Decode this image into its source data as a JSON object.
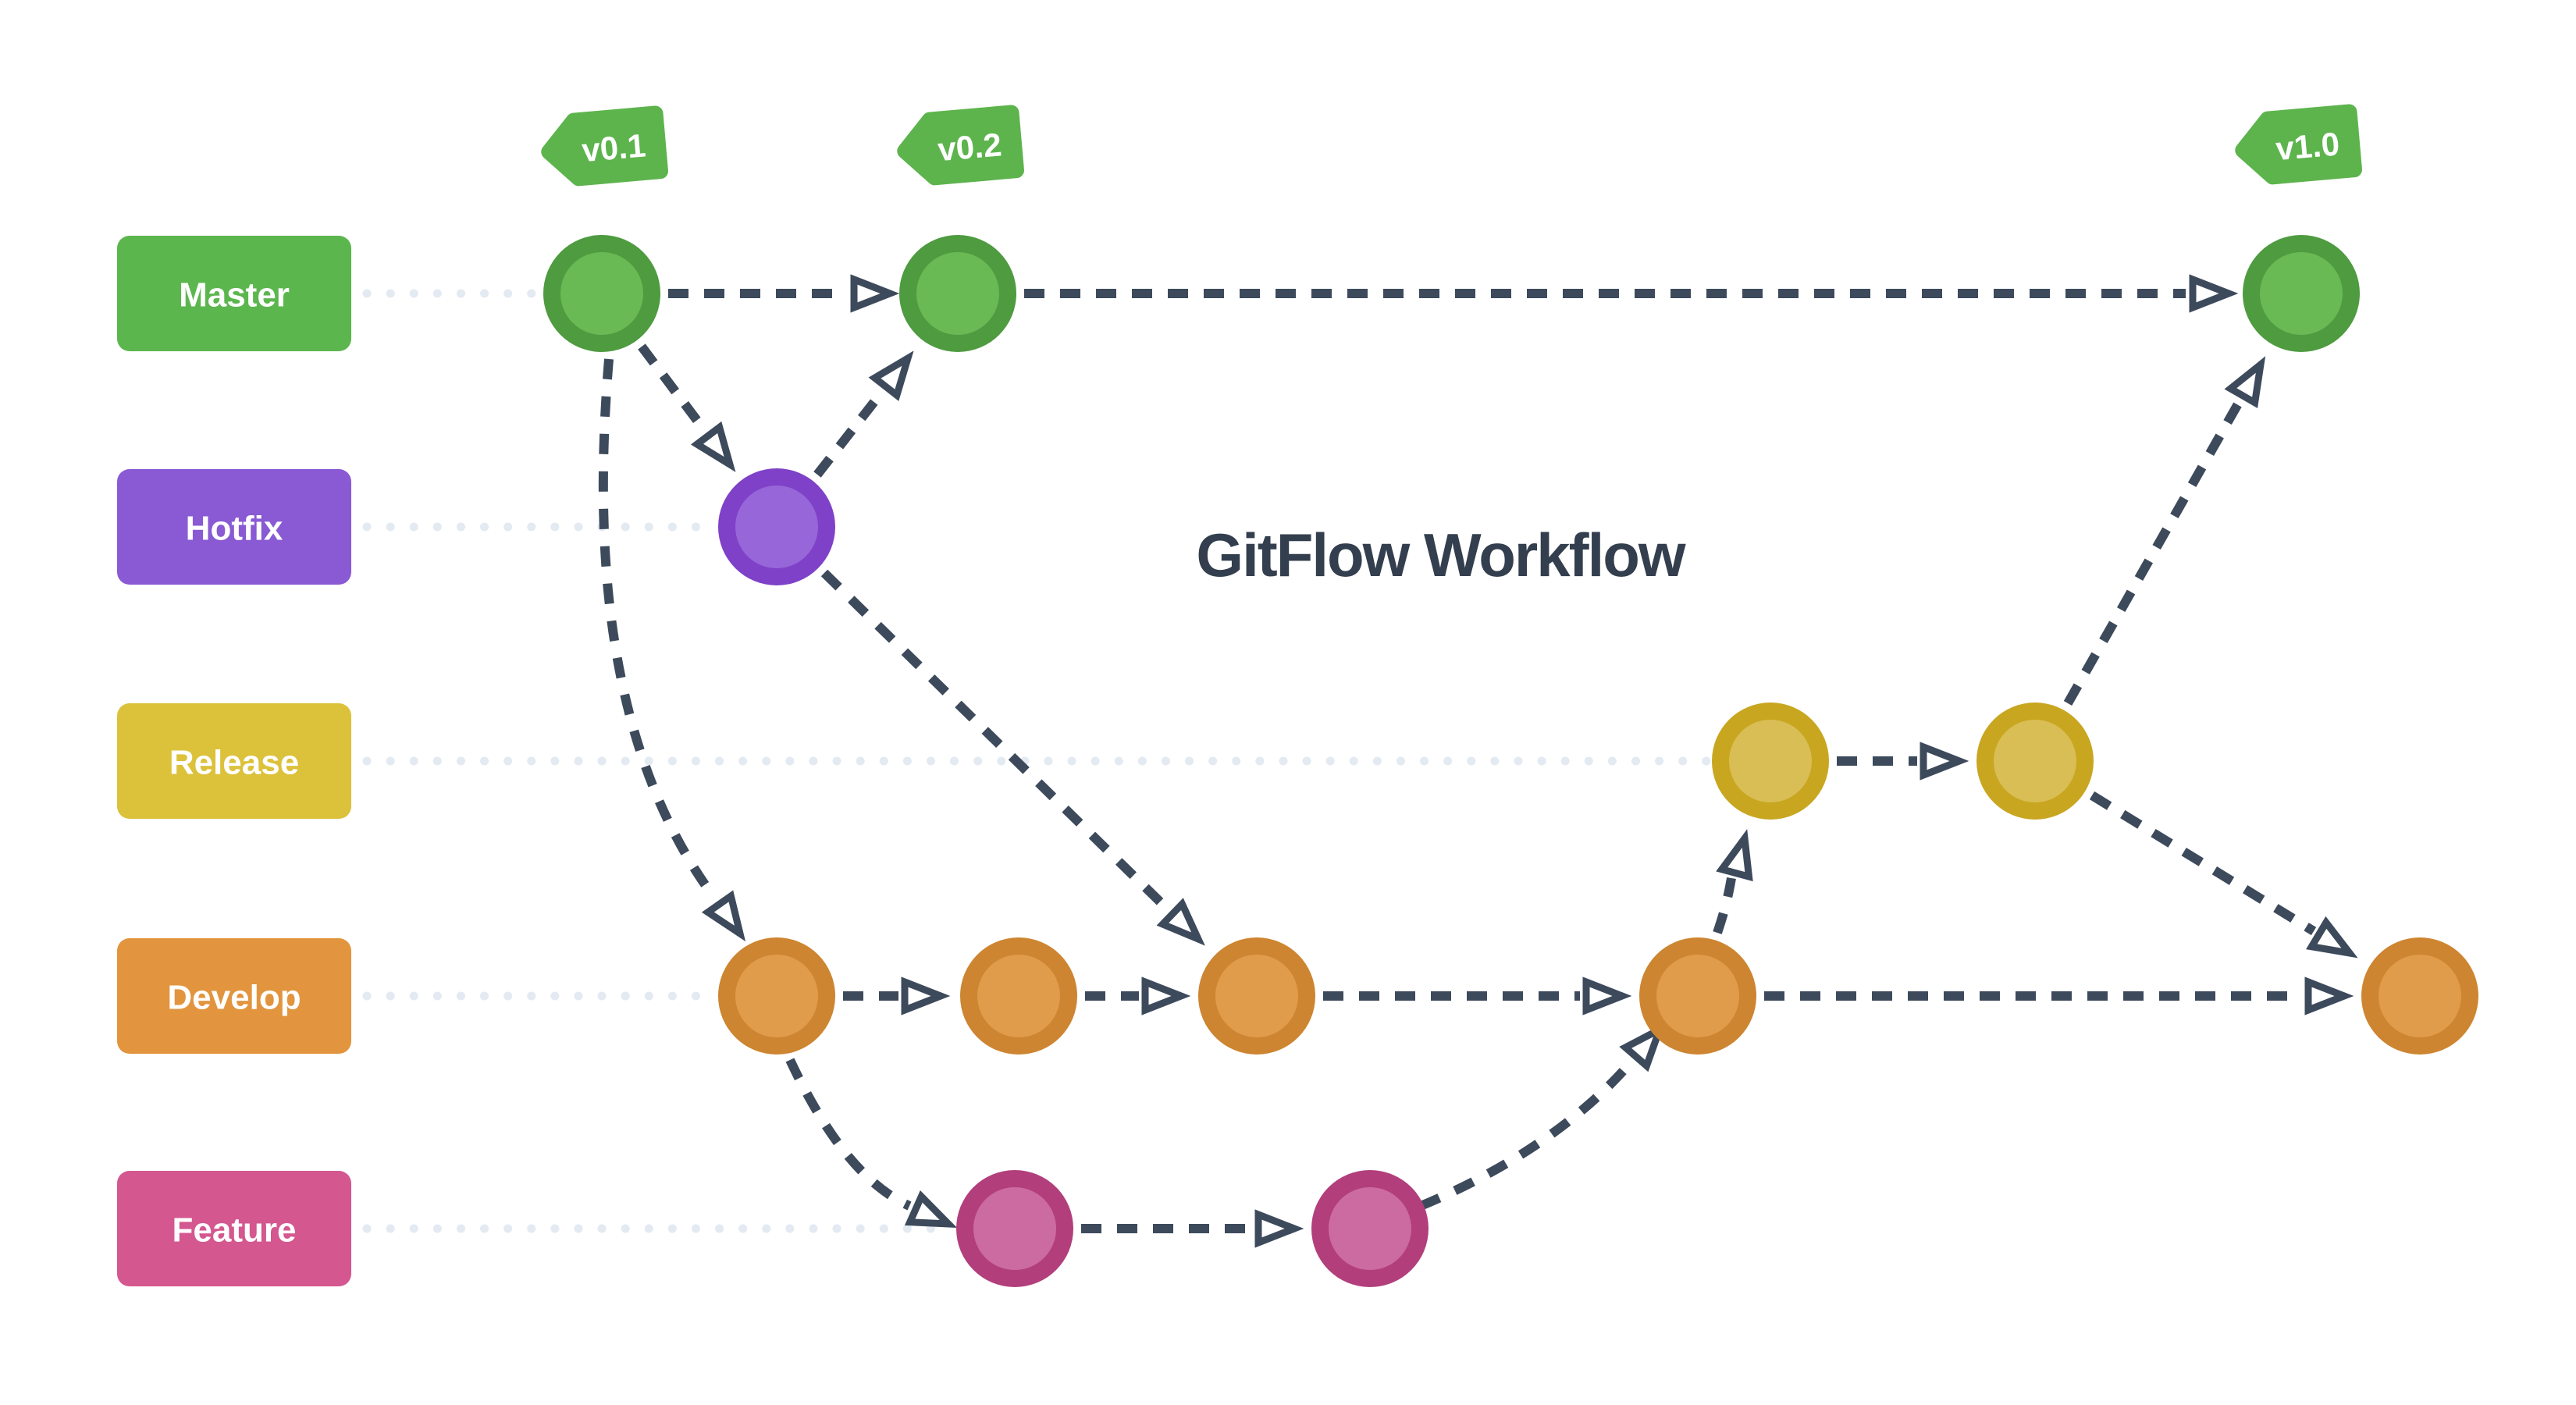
{
  "title": "GitFlow Workflow",
  "tag_color": "#5db44d",
  "colors": {
    "arrow": "#3d4a5c",
    "lane_guide": "#e4eaf2",
    "title": "#333e4e",
    "background": "#ffffff",
    "label_text": "#ffffff",
    "tag_text": "#ffffff",
    "arrowhead_fill": "#ffffff"
  },
  "branches": [
    {
      "label": "Master",
      "color": "#5cb64e",
      "ring": "#4e9b40",
      "core": "#69b954",
      "commit_count": 3
    },
    {
      "label": "Hotfix",
      "color": "#8a5ad4",
      "ring": "#7e41c8",
      "core": "#9766d8",
      "commit_count": 1
    },
    {
      "label": "Release",
      "color": "#dcc13b",
      "ring": "#c8a620",
      "core": "#d9bd55",
      "commit_count": 2
    },
    {
      "label": "Develop",
      "color": "#e2953e",
      "ring": "#cd8531",
      "core": "#e09b4b",
      "commit_count": 5
    },
    {
      "label": "Feature",
      "color": "#d4578f",
      "ring": "#b23e7c",
      "core": "#cc6ba2",
      "commit_count": 2
    }
  ],
  "tags": [
    {
      "label": "v0.1",
      "attached_to": "master-1"
    },
    {
      "label": "v0.2",
      "attached_to": "master-2"
    },
    {
      "label": "v1.0",
      "attached_to": "master-3"
    }
  ],
  "edges": [
    {
      "from": "master-1",
      "to": "master-2",
      "type": "commit"
    },
    {
      "from": "master-2",
      "to": "master-3",
      "type": "commit"
    },
    {
      "from": "master-1",
      "to": "hotfix-1",
      "type": "branch"
    },
    {
      "from": "hotfix-1",
      "to": "master-2",
      "type": "merge"
    },
    {
      "from": "master-1",
      "to": "develop-1",
      "type": "branch"
    },
    {
      "from": "hotfix-1",
      "to": "develop-3",
      "type": "merge"
    },
    {
      "from": "develop-1",
      "to": "develop-2",
      "type": "commit"
    },
    {
      "from": "develop-2",
      "to": "develop-3",
      "type": "commit"
    },
    {
      "from": "develop-3",
      "to": "develop-4",
      "type": "commit"
    },
    {
      "from": "develop-4",
      "to": "develop-5",
      "type": "commit"
    },
    {
      "from": "develop-1",
      "to": "feature-1",
      "type": "branch"
    },
    {
      "from": "feature-1",
      "to": "feature-2",
      "type": "commit"
    },
    {
      "from": "feature-2",
      "to": "develop-4",
      "type": "merge"
    },
    {
      "from": "develop-4",
      "to": "release-1",
      "type": "branch"
    },
    {
      "from": "release-1",
      "to": "release-2",
      "type": "commit"
    },
    {
      "from": "release-2",
      "to": "master-3",
      "type": "merge"
    },
    {
      "from": "release-2",
      "to": "develop-5",
      "type": "merge"
    }
  ]
}
